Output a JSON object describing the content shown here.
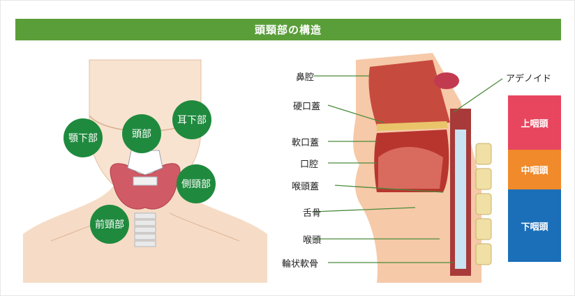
{
  "title": "頭頸部の構造",
  "neck_regions": {
    "mandibular": "顎下部",
    "hyoid": "頭部",
    "infraauricular": "耳下部",
    "lateral": "側頸部",
    "anterior": "前頸部"
  },
  "anatomy_labels": {
    "nasal_cavity": "鼻腔",
    "hard_palate": "硬口蓋",
    "soft_palate": "軟口蓋",
    "oral_cavity": "口腔",
    "epiglottis": "喉頭蓋",
    "hyoid_bone": "舌骨",
    "larynx": "喉頭",
    "cricoid": "輪状軟骨",
    "adenoid": "アデノイド"
  },
  "pharynx": {
    "upper": "上咽頭",
    "middle": "中咽頭",
    "lower": "下咽頭"
  },
  "colors": {
    "title_bg": "#5a9e3a",
    "circle": "#1f8a3e",
    "upper": "#e8455e",
    "middle": "#f08a2a",
    "lower": "#1b6fb8"
  }
}
